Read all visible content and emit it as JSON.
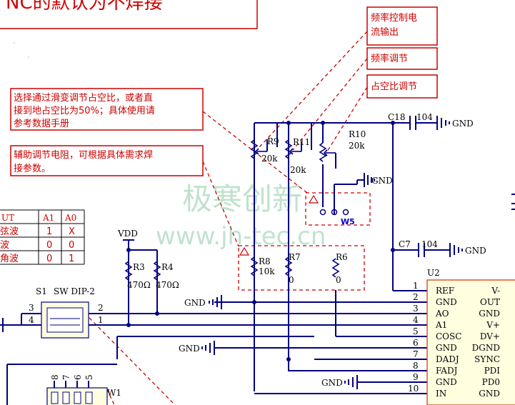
{
  "title_banner": "NC的默认为不焊接",
  "notes": {
    "freq_current": [
      "频率控制电",
      "流输出"
    ],
    "freq_adjust": "频率调节",
    "duty_adjust": "占空比调节",
    "duty_select": [
      "选择通过滑变调节占空比，或者直",
      "接到地占空比为50%；具体使用请",
      "参考数据手册"
    ],
    "aux_resistor": [
      "辅助调节电阻，可根据具体需求焊",
      "接参数。"
    ]
  },
  "watermark": {
    "cn": "极寒创新",
    "url": "www.jh-tec.cn"
  },
  "truth_table": {
    "headers": [
      "UT",
      "A1",
      "A0"
    ],
    "rows": [
      [
        "弦波",
        "1",
        "X"
      ],
      [
        "波",
        "0",
        "0"
      ],
      [
        "角波",
        "0",
        "1"
      ]
    ]
  },
  "components": {
    "r9": {
      "ref": "R9",
      "value": "20k"
    },
    "r11": {
      "ref": "R11",
      "value": "20k"
    },
    "r10": {
      "ref": "R10",
      "value": "20k"
    },
    "c18": {
      "ref": "C18",
      "value": "104"
    },
    "c7": {
      "ref": "C7",
      "value": "104"
    },
    "r8": {
      "ref": "R8",
      "value": "10k"
    },
    "r7": {
      "ref": "R7",
      "value": "0"
    },
    "r6": {
      "ref": "R6",
      "value": "0"
    },
    "r3": {
      "ref": "R3",
      "value": "470Ω"
    },
    "r4": {
      "ref": "R4",
      "value": "470Ω"
    },
    "s1": {
      "ref": "S1",
      "value": "SW DIP-2"
    },
    "w1": {
      "ref": "W1"
    },
    "w5": {
      "ref": "W5"
    },
    "u2": {
      "ref": "U2"
    },
    "vdd": "VDD",
    "gnd": "GND"
  },
  "s1_pins": [
    "3",
    "4",
    "2",
    "1"
  ],
  "w1_pins": [
    "8",
    "7",
    "6",
    "5"
  ],
  "u2_pins": [
    {
      "num": "1",
      "left": "REF",
      "right": "V-"
    },
    {
      "num": "2",
      "left": "GND",
      "right": "OUT"
    },
    {
      "num": "3",
      "left": "AO",
      "right": "GND"
    },
    {
      "num": "4",
      "left": "A1",
      "right": "V+"
    },
    {
      "num": "5",
      "left": "COSC",
      "right": "DV+"
    },
    {
      "num": "6",
      "left": "GND",
      "right": "DGND"
    },
    {
      "num": "7",
      "left": "DADJ",
      "right": "SYNC"
    },
    {
      "num": "8",
      "left": "FADJ",
      "right": "PDI"
    },
    {
      "num": "9",
      "left": "GND",
      "right": "PD0"
    },
    {
      "num": "10",
      "left": "IN",
      "right": "GND"
    }
  ],
  "colors": {
    "wire": "#000080",
    "note": "#cc0000",
    "ic_fill": "#ffffe0",
    "watermark": "#4caf72"
  }
}
